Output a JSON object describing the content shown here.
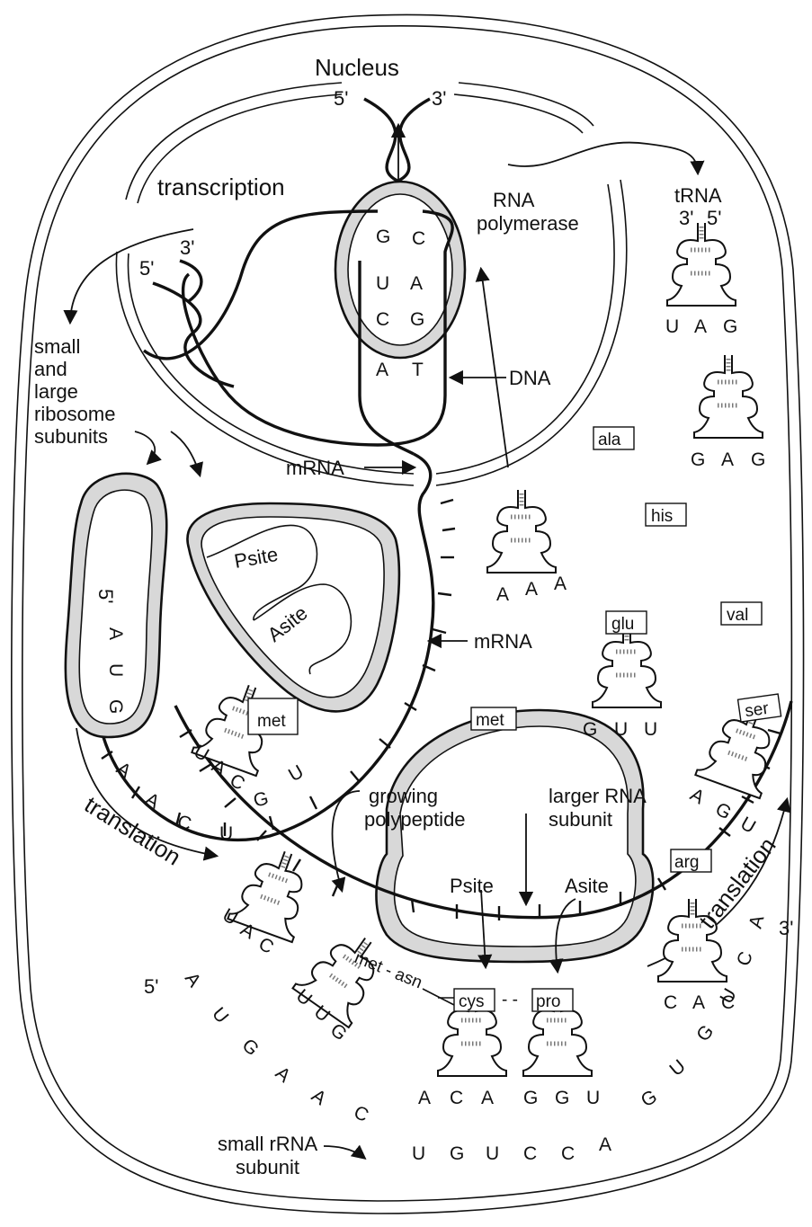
{
  "labels": {
    "nucleus": "Nucleus",
    "dna_5": "5'",
    "dna_3": "3'",
    "transcription": "transcription",
    "rna_polymerase_1": "RNA",
    "rna_polymerase_2": "polymerase",
    "strand_5": "5'",
    "strand_3": "3'",
    "dna": "DNA",
    "mrna_1": "mRNA",
    "mrna_2": "mRNA",
    "trna": "tRNA",
    "trna_3": "3'",
    "trna_5": "5'",
    "ribosome_subunits": [
      "small",
      "and",
      "large",
      "ribosome",
      "subunits"
    ],
    "psite_top": "Psite",
    "asite_top": "Asite",
    "ribo_5": "5'",
    "translation_left": "translation",
    "translation_right": "translation",
    "growing_polypeptide": [
      "growing",
      "polypeptide"
    ],
    "larger_rna_subunit": [
      "larger RNA",
      "subunit"
    ],
    "psite_bottom": "Psite",
    "asite_bottom": "Asite",
    "met_asn": "met - asn",
    "cys": "cys",
    "pro": "pro",
    "dash": "- -",
    "small_rrna_subunit": [
      "small rRNA",
      "subunit"
    ],
    "bottom_5": "5'",
    "bottom_3": "3'"
  },
  "polymerase_bases": {
    "left": [
      "G",
      "U",
      "C",
      "A"
    ],
    "right": [
      "C",
      "A",
      "G",
      "T"
    ]
  },
  "amino_acids_free": [
    "ala",
    "his",
    "val",
    "met"
  ],
  "trnas": {
    "uag": [
      "U",
      "A",
      "G"
    ],
    "gag": [
      "G",
      "A",
      "G"
    ],
    "aaa": [
      "A",
      "A",
      "A"
    ],
    "glu": {
      "aa": "glu",
      "bases": [
        "G",
        "U",
        "U"
      ]
    },
    "ser": {
      "aa": "ser",
      "bases": [
        "A",
        "G",
        "U"
      ]
    },
    "arg": {
      "aa": "arg",
      "bases": [
        "C",
        "A",
        "C"
      ]
    },
    "met_left": {
      "aa": "met",
      "bases": [
        "U",
        "A",
        "C"
      ]
    },
    "uac_bottom": [
      "U",
      "A",
      "C"
    ],
    "uug_bottom": [
      "U",
      "U",
      "G"
    ]
  },
  "small_subunit_codon": [
    "A",
    "U",
    "G"
  ],
  "mrna_left_tail": [
    "A",
    "A",
    "C",
    "U",
    "G",
    "U"
  ],
  "mrna_bottom_left": [
    "A",
    "U",
    "G",
    "A",
    "A",
    "C"
  ],
  "mrna_bottom_right": [
    "G",
    "U",
    "G",
    "U",
    "C",
    "A"
  ],
  "ribosome_anticodons": [
    "A",
    "C",
    "A",
    "G",
    "G",
    "U"
  ],
  "ribosome_codons": [
    "U",
    "G",
    "U",
    "C",
    "C",
    "A"
  ]
}
